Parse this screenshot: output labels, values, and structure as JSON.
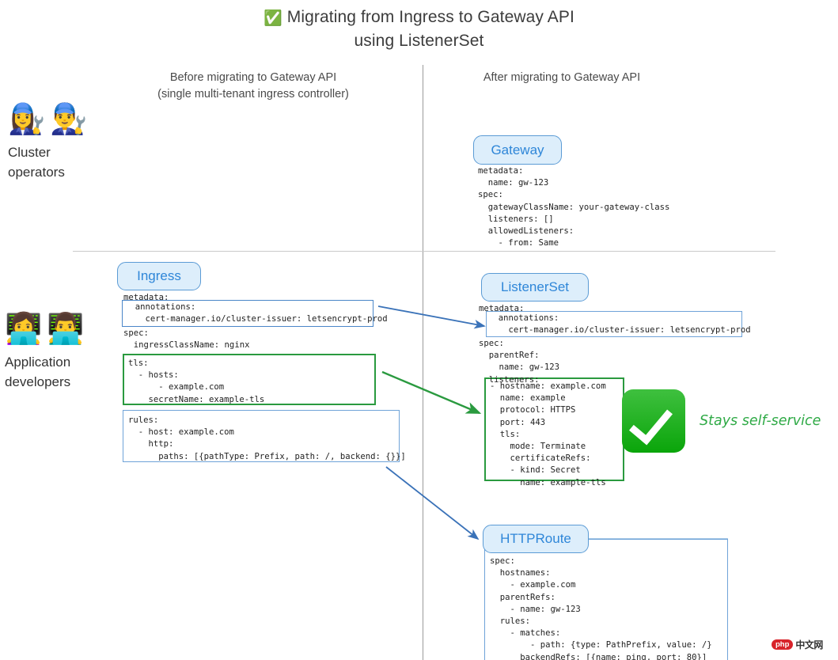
{
  "title": {
    "check_icon": "✅",
    "line1": "Migrating from Ingress to Gateway API",
    "line2": "using ListenerSet"
  },
  "columns": {
    "before": "Before migrating to Gateway API\n(single multi-tenant ingress controller)",
    "after": "After migrating to Gateway API"
  },
  "personas": [
    {
      "emojis": "👩‍🔧👨‍🔧",
      "label": "Cluster\noperators"
    },
    {
      "emojis": "👩‍💻👨‍💻",
      "label": "Application\ndevelopers"
    }
  ],
  "resources": {
    "gateway": {
      "pill_label": "Gateway",
      "yaml": "metadata:\n  name: gw-123\nspec:\n  gatewayClassName: your-gateway-class\n  listeners: []\n  allowedListeners:\n    - from: Same"
    },
    "ingress": {
      "pill_label": "Ingress",
      "yaml_head": "metadata:",
      "yaml_annotations": "  annotations:\n    cert-manager.io/cluster-issuer: letsencrypt-prod",
      "yaml_spec": "spec:\n  ingressClassName: nginx",
      "yaml_tls": "tls:\n  - hosts:\n      - example.com\n    secretName: example-tls",
      "yaml_rules": "rules:\n  - host: example.com\n    http:\n      paths: [{pathType: Prefix, path: /, backend: {}}]"
    },
    "listenerset": {
      "pill_label": "ListenerSet",
      "yaml_head": "metadata:",
      "yaml_annotations": "  annotations:\n    cert-manager.io/cluster-issuer: letsencrypt-prod",
      "yaml_spec": "spec:\n  parentRef:\n    name: gw-123\n  listeners:",
      "yaml_listener": "- hostname: example.com\n  name: example\n  protocol: HTTPS\n  port: 443\n  tls:\n    mode: Terminate\n    certificateRefs:\n    - kind: Secret\n      name: example-tls"
    },
    "httproute": {
      "pill_label": "HTTPRoute",
      "yaml": "spec:\n  hostnames:\n    - example.com\n  parentRefs:\n    - name: gw-123\n  rules:\n    - matches:\n        - path: {type: PathPrefix, value: /}\n      backendRefs: [{name: ping, port: 80}]"
    }
  },
  "annotation_note": {
    "text": "Stays self-service",
    "check_icon": "check-mark-button"
  },
  "colors": {
    "pill_fill": "#ddeefb",
    "pill_border": "#5b9bd5",
    "pill_text": "#2e86d8",
    "highlight_blue": "#4a86c8",
    "highlight_green": "#2a9a3f",
    "arrow_blue": "#3a72b8",
    "arrow_green": "#2a9a3f",
    "check_green": "#19a81b",
    "note_green": "#2faa46"
  },
  "watermark": {
    "badge": "php",
    "text": "中文网"
  }
}
